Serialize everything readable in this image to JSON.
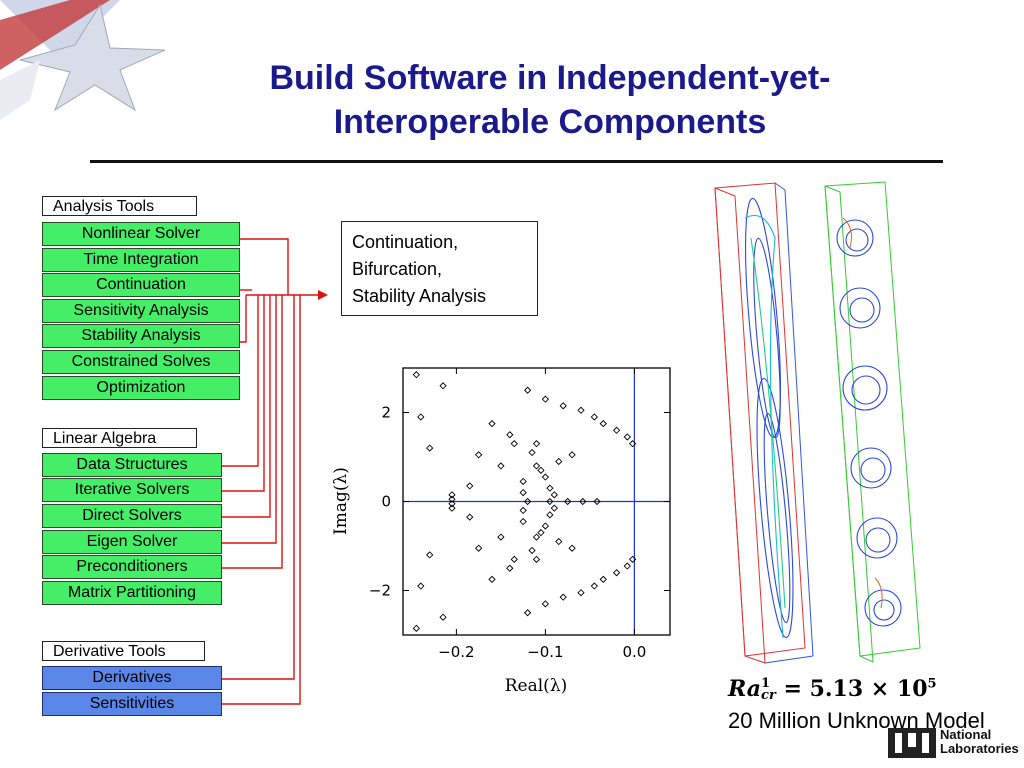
{
  "title": {
    "line1": "Build Software in Independent-yet-",
    "line2": "Interoperable Components"
  },
  "groups": {
    "analysis_tools": {
      "label": "Analysis Tools",
      "items": [
        "Nonlinear Solver",
        "Time Integration",
        "Continuation",
        "Sensitivity Analysis",
        "Stability Analysis",
        "Constrained Solves",
        "Optimization"
      ]
    },
    "linear_algebra": {
      "label": "Linear Algebra",
      "items": [
        "Data Structures",
        "Iterative Solvers",
        "Direct Solvers",
        "Eigen Solver",
        "Preconditioners",
        "Matrix Partitioning"
      ]
    },
    "derivative_tools": {
      "label": "Derivative Tools",
      "items": [
        "Derivatives",
        "Sensitivities"
      ]
    }
  },
  "target_box": {
    "line1": "Continuation,",
    "line2": "Bifurcation,",
    "line3": "Stability Analysis"
  },
  "plot": {
    "xlabel": "Real(λ)",
    "ylabel": "Imag(λ)",
    "x_ticks": [
      "−0.2",
      "−0.1",
      "0.0"
    ],
    "y_ticks": [
      "2",
      "0",
      "−2"
    ]
  },
  "chart_data": {
    "type": "scatter",
    "xlabel": "Real(λ)",
    "ylabel": "Imag(λ)",
    "xlim": [
      -0.26,
      0.04
    ],
    "ylim": [
      -3.0,
      3.0
    ],
    "x_ticks": [
      -0.2,
      -0.1,
      0.0
    ],
    "y_ticks": [
      -2,
      0,
      2
    ],
    "marker": "diamond",
    "points": [
      [
        -0.245,
        2.85
      ],
      [
        -0.245,
        -2.85
      ],
      [
        -0.215,
        2.6
      ],
      [
        -0.215,
        -2.6
      ],
      [
        -0.24,
        1.9
      ],
      [
        -0.24,
        -1.9
      ],
      [
        -0.23,
        1.2
      ],
      [
        -0.23,
        -1.2
      ],
      [
        -0.205,
        0.15
      ],
      [
        -0.205,
        -0.15
      ],
      [
        -0.205,
        0.05
      ],
      [
        -0.205,
        -0.05
      ],
      [
        -0.175,
        1.05
      ],
      [
        -0.175,
        -1.05
      ],
      [
        -0.185,
        0.35
      ],
      [
        -0.185,
        -0.35
      ],
      [
        -0.16,
        1.75
      ],
      [
        -0.16,
        -1.75
      ],
      [
        -0.14,
        1.5
      ],
      [
        -0.14,
        -1.5
      ],
      [
        -0.15,
        0.8
      ],
      [
        -0.15,
        -0.8
      ],
      [
        -0.135,
        1.3
      ],
      [
        -0.135,
        -1.3
      ],
      [
        -0.125,
        0.45
      ],
      [
        -0.125,
        -0.45
      ],
      [
        -0.115,
        1.1
      ],
      [
        -0.115,
        -1.1
      ],
      [
        -0.12,
        0.0
      ],
      [
        -0.095,
        0.0
      ],
      [
        -0.075,
        0.0
      ],
      [
        -0.058,
        0.0
      ],
      [
        -0.042,
        0.0
      ],
      [
        -0.105,
        0.7
      ],
      [
        -0.105,
        -0.7
      ],
      [
        -0.095,
        0.3
      ],
      [
        -0.095,
        -0.3
      ],
      [
        -0.1,
        0.55
      ],
      [
        -0.1,
        -0.55
      ],
      [
        -0.12,
        2.5
      ],
      [
        -0.12,
        -2.5
      ],
      [
        -0.1,
        2.3
      ],
      [
        -0.1,
        -2.3
      ],
      [
        -0.08,
        2.15
      ],
      [
        -0.08,
        -2.15
      ],
      [
        -0.06,
        2.05
      ],
      [
        -0.06,
        -2.05
      ],
      [
        -0.045,
        1.9
      ],
      [
        -0.045,
        -1.9
      ],
      [
        -0.035,
        1.75
      ],
      [
        -0.035,
        -1.75
      ],
      [
        -0.02,
        1.6
      ],
      [
        -0.02,
        -1.6
      ],
      [
        -0.008,
        1.45
      ],
      [
        -0.008,
        -1.45
      ],
      [
        -0.002,
        1.3
      ],
      [
        -0.002,
        -1.3
      ],
      [
        -0.085,
        0.9
      ],
      [
        -0.085,
        -0.9
      ],
      [
        -0.07,
        1.05
      ],
      [
        -0.07,
        -1.05
      ],
      [
        -0.11,
        1.3
      ],
      [
        -0.11,
        -1.3
      ],
      [
        -0.09,
        0.15
      ],
      [
        -0.09,
        -0.15
      ],
      [
        -0.125,
        0.2
      ],
      [
        -0.125,
        -0.2
      ],
      [
        -0.11,
        0.8
      ],
      [
        -0.11,
        -0.8
      ]
    ]
  },
  "formula": {
    "base": "Ra",
    "sup": "1",
    "sub": "cr",
    "rest": " = 5.13 × 10",
    "exp": "5"
  },
  "caption": "20 Million Unknown Model",
  "logo": {
    "line1": "National",
    "line2": "Laboratories"
  },
  "colors": {
    "title": "#1a1a8c",
    "component_green": "#44ee66",
    "component_blue": "#5a86e8",
    "connector": "#dd1111",
    "plot_blue": "#2233cc"
  }
}
